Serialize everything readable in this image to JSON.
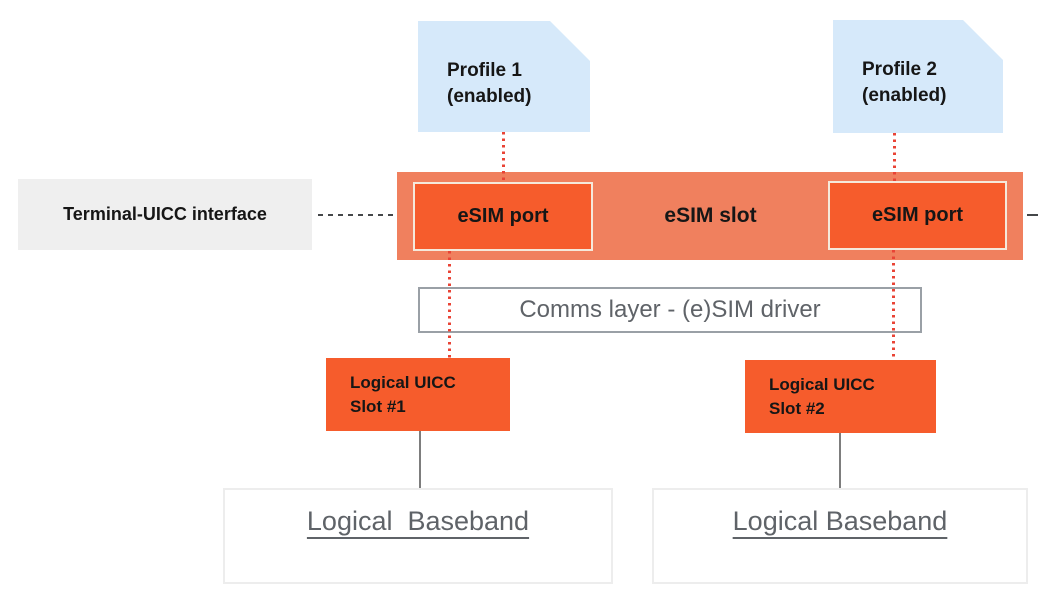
{
  "diagram": {
    "profiles": [
      {
        "title": "Profile 1",
        "status": "(enabled)"
      },
      {
        "title": "Profile 2",
        "status": "(enabled)"
      }
    ],
    "terminal_interface_label": "Terminal-UICC interface",
    "esim_slot_label": "eSIM slot",
    "esim_ports": [
      {
        "label": "eSIM port"
      },
      {
        "label": "eSIM port"
      }
    ],
    "comms_layer_label": "Comms layer - (e)SIM driver",
    "uicc_slots": [
      {
        "line1": "Logical UICC",
        "line2": "Slot #1"
      },
      {
        "line1": "Logical UICC",
        "line2": "Slot #2"
      }
    ],
    "basebands": [
      {
        "label": "Logical  Baseband"
      },
      {
        "label": "Logical Baseband"
      }
    ]
  },
  "colors": {
    "profile_fill": "#D6E9FA",
    "slot_fill": "#F0805E",
    "port_fill": "#F65C2C",
    "port_border": "#F5E9DB",
    "uicc_fill": "#F65C2C",
    "terminal_bg": "#EFEFEF",
    "comms_border": "#9AA0A6",
    "comms_text": "#5F6368",
    "baseband_border": "#EDEDED",
    "baseband_text": "#5F6368",
    "dotted_red": "#E94335",
    "dashed_gray": "#45474A",
    "connector_gray": "#7D7D7D"
  }
}
